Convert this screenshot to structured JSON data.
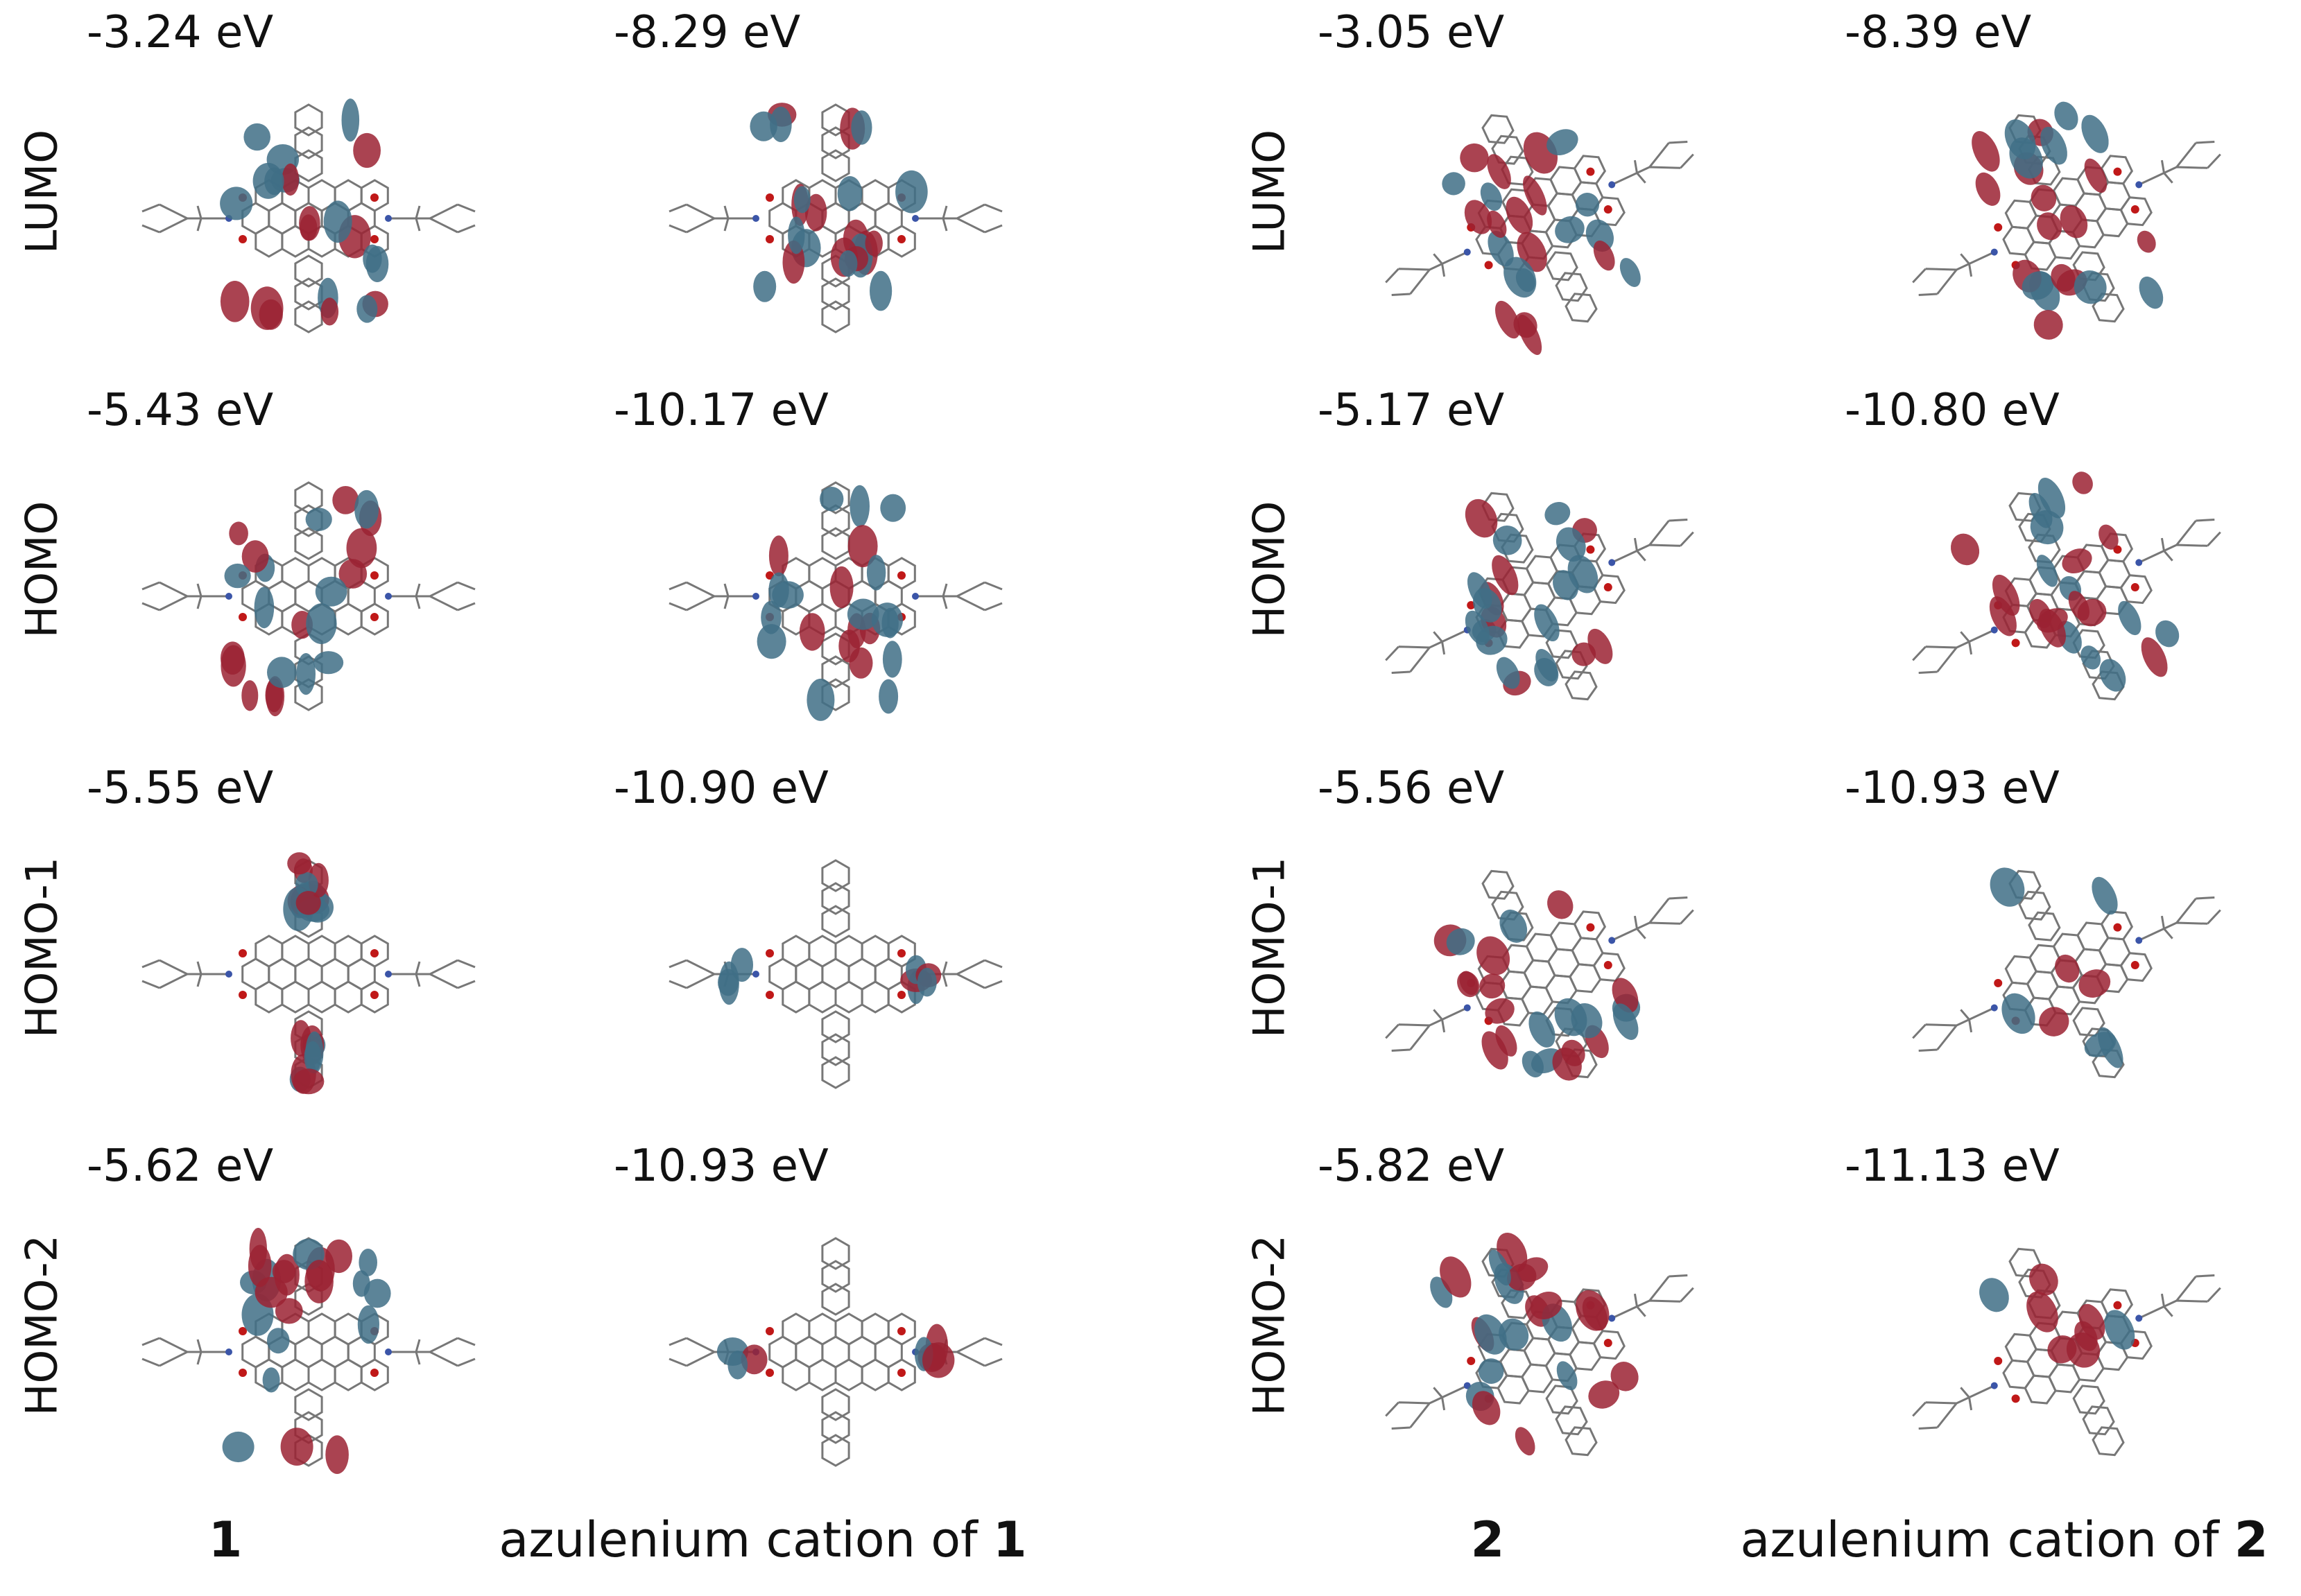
{
  "rows": [
    {
      "label": "LUMO",
      "energies": [
        "-3.24 eV",
        "-8.29 eV",
        "-3.05 eV",
        "-8.39 eV"
      ]
    },
    {
      "label": "HOMO",
      "energies": [
        "-5.43 eV",
        "-10.17 eV",
        "-5.17 eV",
        "-10.80 eV"
      ]
    },
    {
      "label": "HOMO-1",
      "energies": [
        "-5.55 eV",
        "-10.90 eV",
        "-5.56 eV",
        "-10.93 eV"
      ]
    },
    {
      "label": "HOMO-2",
      "energies": [
        "-5.62 eV",
        "-10.93 eV",
        "-5.82 eV",
        "-11.13 eV"
      ]
    }
  ],
  "columns": [
    {
      "prefix": "",
      "bold": "1"
    },
    {
      "prefix": "azulenium cation of ",
      "bold": "1"
    },
    {
      "prefix": "",
      "bold": "2"
    },
    {
      "prefix": "azulenium cation of ",
      "bold": "2"
    }
  ],
  "colors": {
    "lobe_red": "#9b2232",
    "lobe_blue": "#3f6f86",
    "bond": "#777777",
    "nitrogen": "#3b55a8",
    "oxygen": "#c01818"
  }
}
